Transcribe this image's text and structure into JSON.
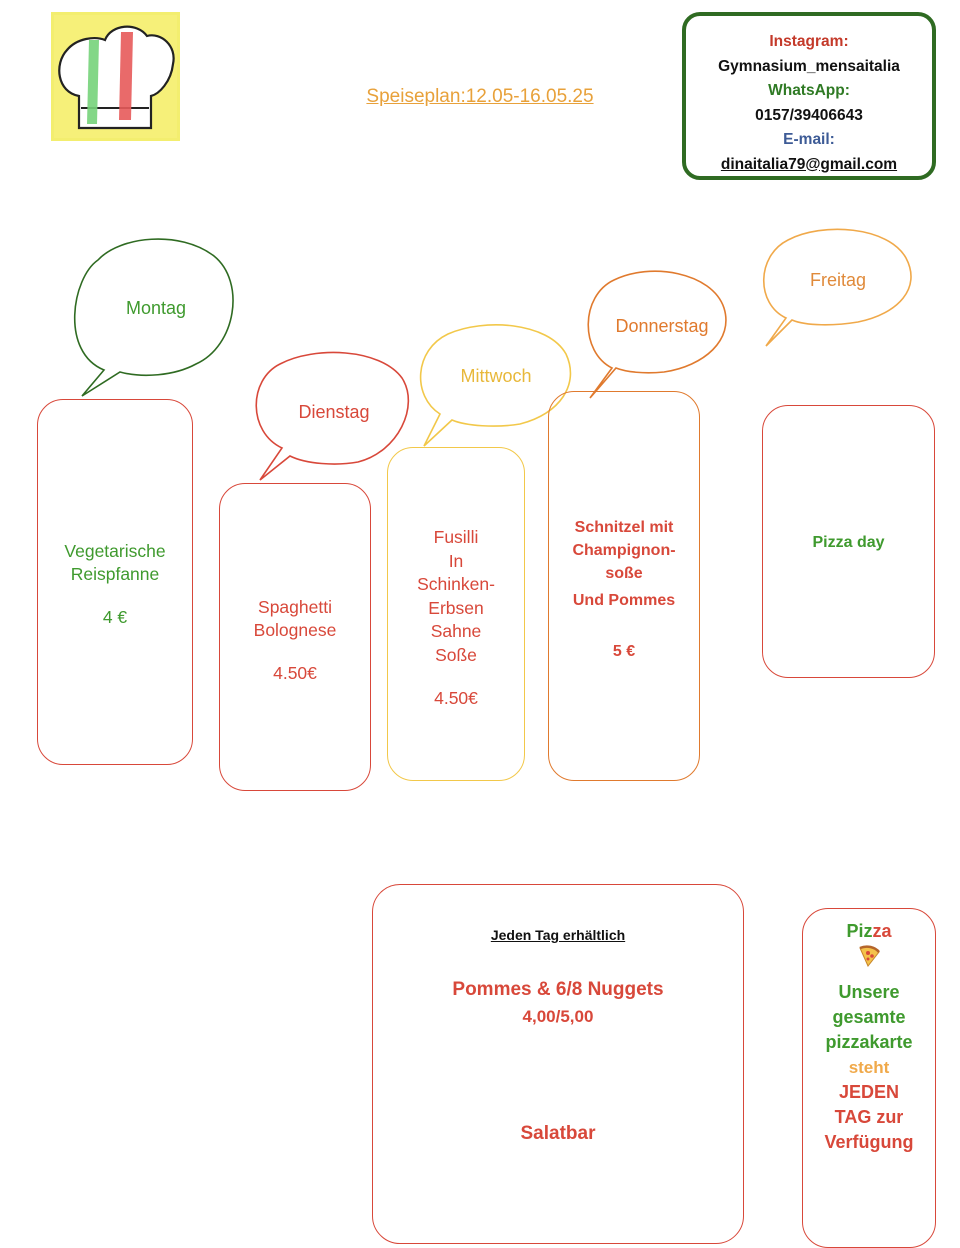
{
  "title": "Speiseplan:12.05-16.05.25",
  "contact": {
    "instagram_label": "Instagram:",
    "instagram_value": "Gymnasium_mensaitalia",
    "whatsapp_label": "WhatsApp:",
    "whatsapp_value": "0157/39406643",
    "email_label": "E-mail:",
    "email_value": "dinaitalia79@gmail.com"
  },
  "days": {
    "monday": {
      "name": "Montag",
      "dish_line1": "Vegetarische",
      "dish_line2": "Reispfanne",
      "price": "4 €"
    },
    "tuesday": {
      "name": "Dienstag",
      "dish_line1": "Spaghetti",
      "dish_line2": "Bolognese",
      "price": "4.50€"
    },
    "wednesday": {
      "name": "Mittwoch",
      "dish_lines": [
        "Fusilli",
        "In",
        "Schinken-",
        "Erbsen",
        "Sahne",
        "Soße"
      ],
      "price": "4.50€"
    },
    "thursday": {
      "name": "Donnerstag",
      "dish_lines": [
        "Schnitzel mit",
        "Champignon-",
        "soße",
        "Und Pommes"
      ],
      "price": "5 €"
    },
    "friday": {
      "name": "Freitag",
      "dish": "Pizza day"
    }
  },
  "everyday": {
    "heading": "Jeden Tag erhältlich",
    "item1": "Pommes & 6/8 Nuggets",
    "item1_price": "4,00/5,00",
    "item2": "Salatbar"
  },
  "pizza_note": {
    "title_part1": "Piz",
    "title_part2": "za",
    "icon": "pizza-slice-icon",
    "lines_green": [
      "Unsere",
      "gesamte",
      "pizzakarte"
    ],
    "line_orange": "steht",
    "lines_red": [
      "JEDEN",
      "TAG zur",
      "Verfügung"
    ]
  },
  "colors": {
    "red": "#d8483a",
    "green": "#3f9a2e",
    "dark_green": "#2f6b22",
    "orange": "#e08a3a",
    "yellow": "#f2c84a"
  }
}
